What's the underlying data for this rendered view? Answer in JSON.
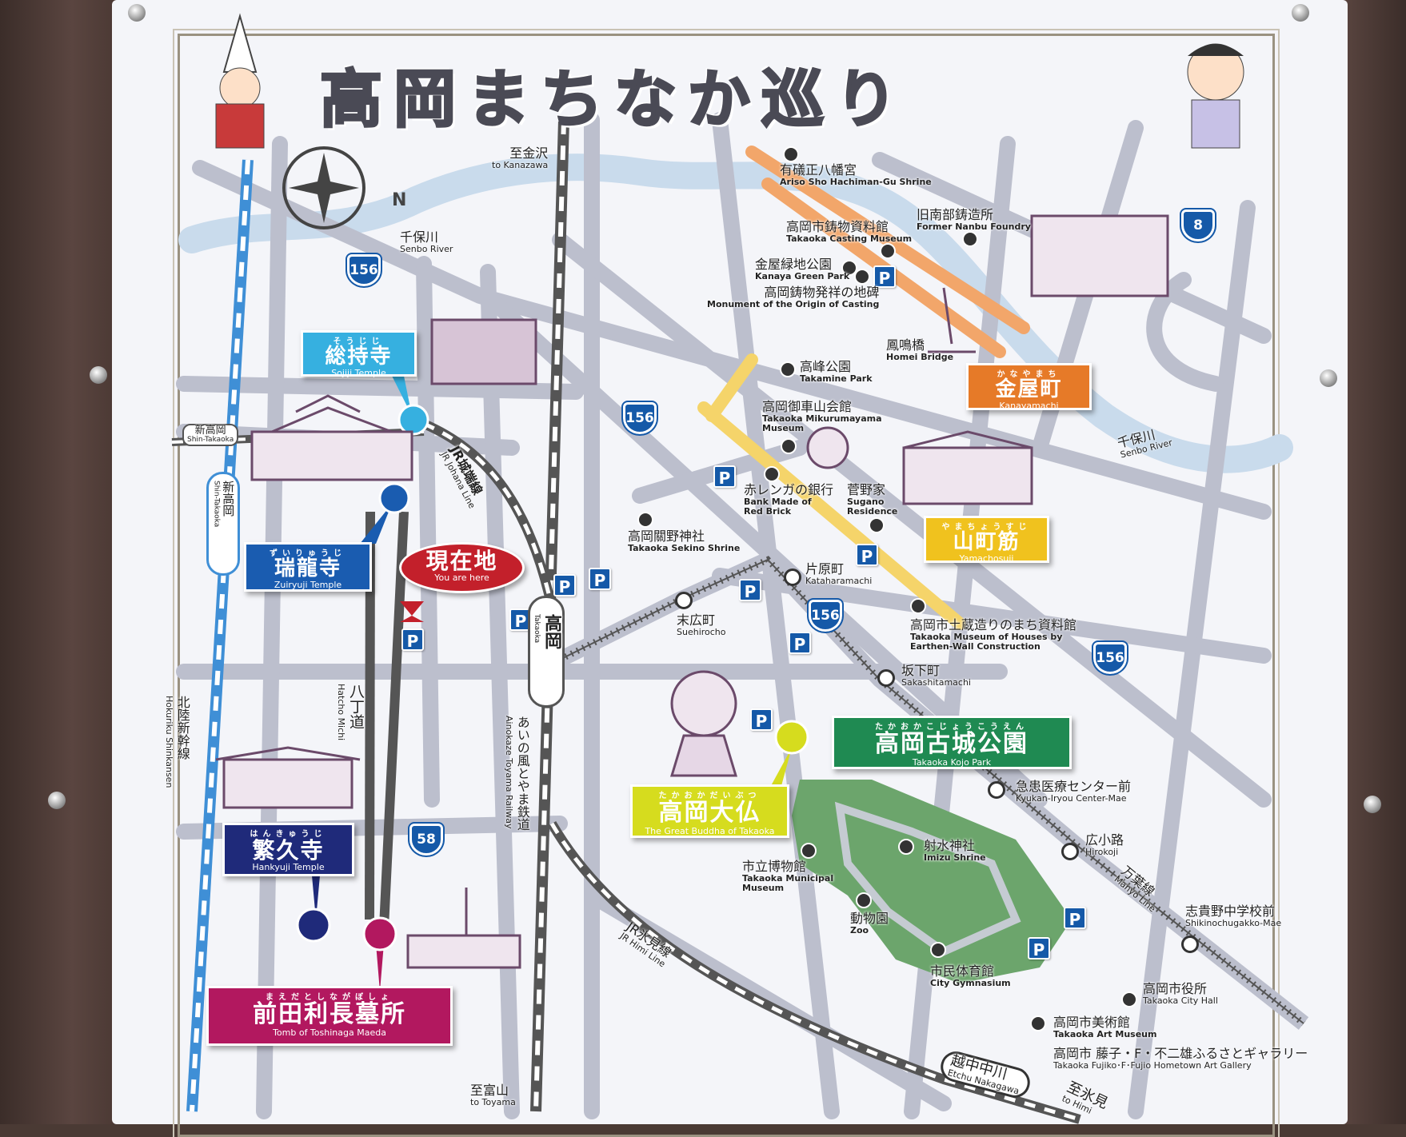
{
  "title": "高岡まちなか巡り",
  "compass": {
    "north": "N"
  },
  "colors": {
    "sojiji": "#36b0e0",
    "zuiryuji": "#1a5cb0",
    "hankyuji": "#1f2a7a",
    "maeda": "#b2185f",
    "kanayamachi": "#e67a28",
    "yamachosuji": "#f0c21e",
    "kojo": "#1f8a52",
    "daibutsu": "#d6dc1e",
    "here": "#c3202b",
    "parking": "#1559a8",
    "park_area": "#6ca56c",
    "road": "#bcbfcd",
    "river": "#c6d8ea"
  },
  "directions": {
    "kanazawa": {
      "jp": "至金沢",
      "en": "to Kanazawa"
    },
    "toyama": {
      "jp": "至富山",
      "en": "to Toyama"
    },
    "himi": {
      "jp": "至氷見",
      "en": "to Himi"
    }
  },
  "rivers": [
    {
      "jp": "千保川",
      "en": "Senbo River"
    },
    {
      "jp": "千保川",
      "en": "Senbo River"
    }
  ],
  "routes": [
    "156",
    "156",
    "156",
    "156",
    "8",
    "58"
  ],
  "parking": "P",
  "here": {
    "jp": "現在地",
    "en": "You are here"
  },
  "featured": {
    "sojiji": {
      "kana": "そうじじ",
      "jp": "総持寺",
      "en": "Sojiji Temple"
    },
    "zuiryuji": {
      "kana": "ずいりゅうじ",
      "jp": "瑞龍寺",
      "en": "Zuiryuji Temple"
    },
    "hankyuji": {
      "kana": "はんきゅうじ",
      "jp": "繁久寺",
      "en": "Hankyuji Temple"
    },
    "maeda": {
      "kana": "まえだとしながぼしょ",
      "jp": "前田利長墓所",
      "en": "Tomb of Toshinaga Maeda"
    },
    "kanayamachi": {
      "kana": "かなやまち",
      "jp": "金屋町",
      "en": "Kanayamachi"
    },
    "yamachosuji": {
      "kana": "やまちょうすじ",
      "jp": "山町筋",
      "en": "Yamachosuji"
    },
    "kojo": {
      "kana": "たかおかこじょうこうえん",
      "jp": "高岡古城公園",
      "en": "Takaoka Kojo Park"
    },
    "daibutsu": {
      "kana": "たかおかだいぶつ",
      "jp": "高岡大仏",
      "en": "The Great Buddha of Takaoka"
    }
  },
  "stations": {
    "shin_takaoka_h": {
      "jp": "新高岡",
      "en": "Shin-Takaoka"
    },
    "shin_takaoka_v": {
      "jp": "新高岡",
      "en": "Shin-Takaoka"
    },
    "takaoka": {
      "jp": "高岡",
      "en": "Takaoka"
    },
    "kataharamachi": {
      "jp": "片原町",
      "en": "Kataharamachi"
    },
    "suehirocho": {
      "jp": "末広町",
      "en": "Suehirocho"
    },
    "sakashitamachi": {
      "jp": "坂下町",
      "en": "Sakashitamachi"
    },
    "kyukan": {
      "jp": "急患医療センター前",
      "en": "Kyukan-Iryou Center-Mae"
    },
    "hirokoji": {
      "jp": "広小路",
      "en": "Hirokoji"
    },
    "shikino": {
      "jp": "志貴野中学校前",
      "en": "Shikinochugakko-Mae"
    },
    "nakagawa": {
      "jp": "越中中川",
      "en": "Etchu Nakagawa"
    }
  },
  "lines": {
    "shinkansen": {
      "jp": "北陸新幹線",
      "en": "Hokuriku Shinkansen"
    },
    "johana": {
      "jp": "JR城端線",
      "en": "JR Johana Line"
    },
    "ainokaze": {
      "jp": "あいの風とやま鉄道",
      "en": "Ainokaze Toyama Railway"
    },
    "himi": {
      "jp": "JR氷見線",
      "en": "JR Himi Line"
    },
    "manyo": {
      "jp": "万葉線",
      "en": "Manyo Line"
    },
    "hatcho": {
      "jp": "八丁道",
      "en": "Hatcho Michi"
    }
  },
  "spots": {
    "ariso": {
      "jp": "有礒正八幡宮",
      "en": "Ariso Sho Hachiman-Gu Shrine"
    },
    "casting_museum": {
      "jp": "高岡市鋳物資料館",
      "en": "Takaoka Casting Museum"
    },
    "nanbu": {
      "jp": "旧南部鋳造所",
      "en": "Former Nanbu Foundry"
    },
    "kanaya_park": {
      "jp": "金屋緑地公園",
      "en": "Kanaya Green Park"
    },
    "monument": {
      "jp": "高岡鋳物発祥の地碑",
      "en": "Monument of the Origin of Casting"
    },
    "homei": {
      "jp": "鳳鳴橋",
      "en": "Homei Bridge"
    },
    "takamine": {
      "jp": "高峰公園",
      "en": "Takamine Park"
    },
    "mikurumayama": {
      "jp": "高岡御車山会館",
      "en": "Takaoka Mikurumayama Museum"
    },
    "red_brick": {
      "jp": "赤レンガの銀行",
      "en": "Bank Made of Red Brick"
    },
    "sugano": {
      "jp": "菅野家",
      "en": "Sugano Residence"
    },
    "sekino": {
      "jp": "高岡關野神社",
      "en": "Takaoka Sekino Shrine"
    },
    "dozo": {
      "jp": "高岡市土蔵造りのまち資料館",
      "en": "Takaoka Museum of Houses by Earthen-Wall Construction"
    },
    "municipal_museum": {
      "jp": "市立博物館",
      "en": "Takaoka Municipal Museum"
    },
    "imizu": {
      "jp": "射水神社",
      "en": "Imizu Shrine"
    },
    "zoo": {
      "jp": "動物園",
      "en": "Zoo"
    },
    "gym": {
      "jp": "市民体育館",
      "en": "City Gymnasium"
    },
    "city_hall": {
      "jp": "高岡市役所",
      "en": "Takaoka City Hall"
    },
    "art_museum": {
      "jp": "高岡市美術館",
      "en": "Takaoka Art Museum"
    },
    "fujiko": {
      "jp": "高岡市 藤子・F・不二雄ふるさとギャラリー",
      "en": "Takaoka Fujiko･F･Fujio Hometown Art Gallery"
    }
  }
}
